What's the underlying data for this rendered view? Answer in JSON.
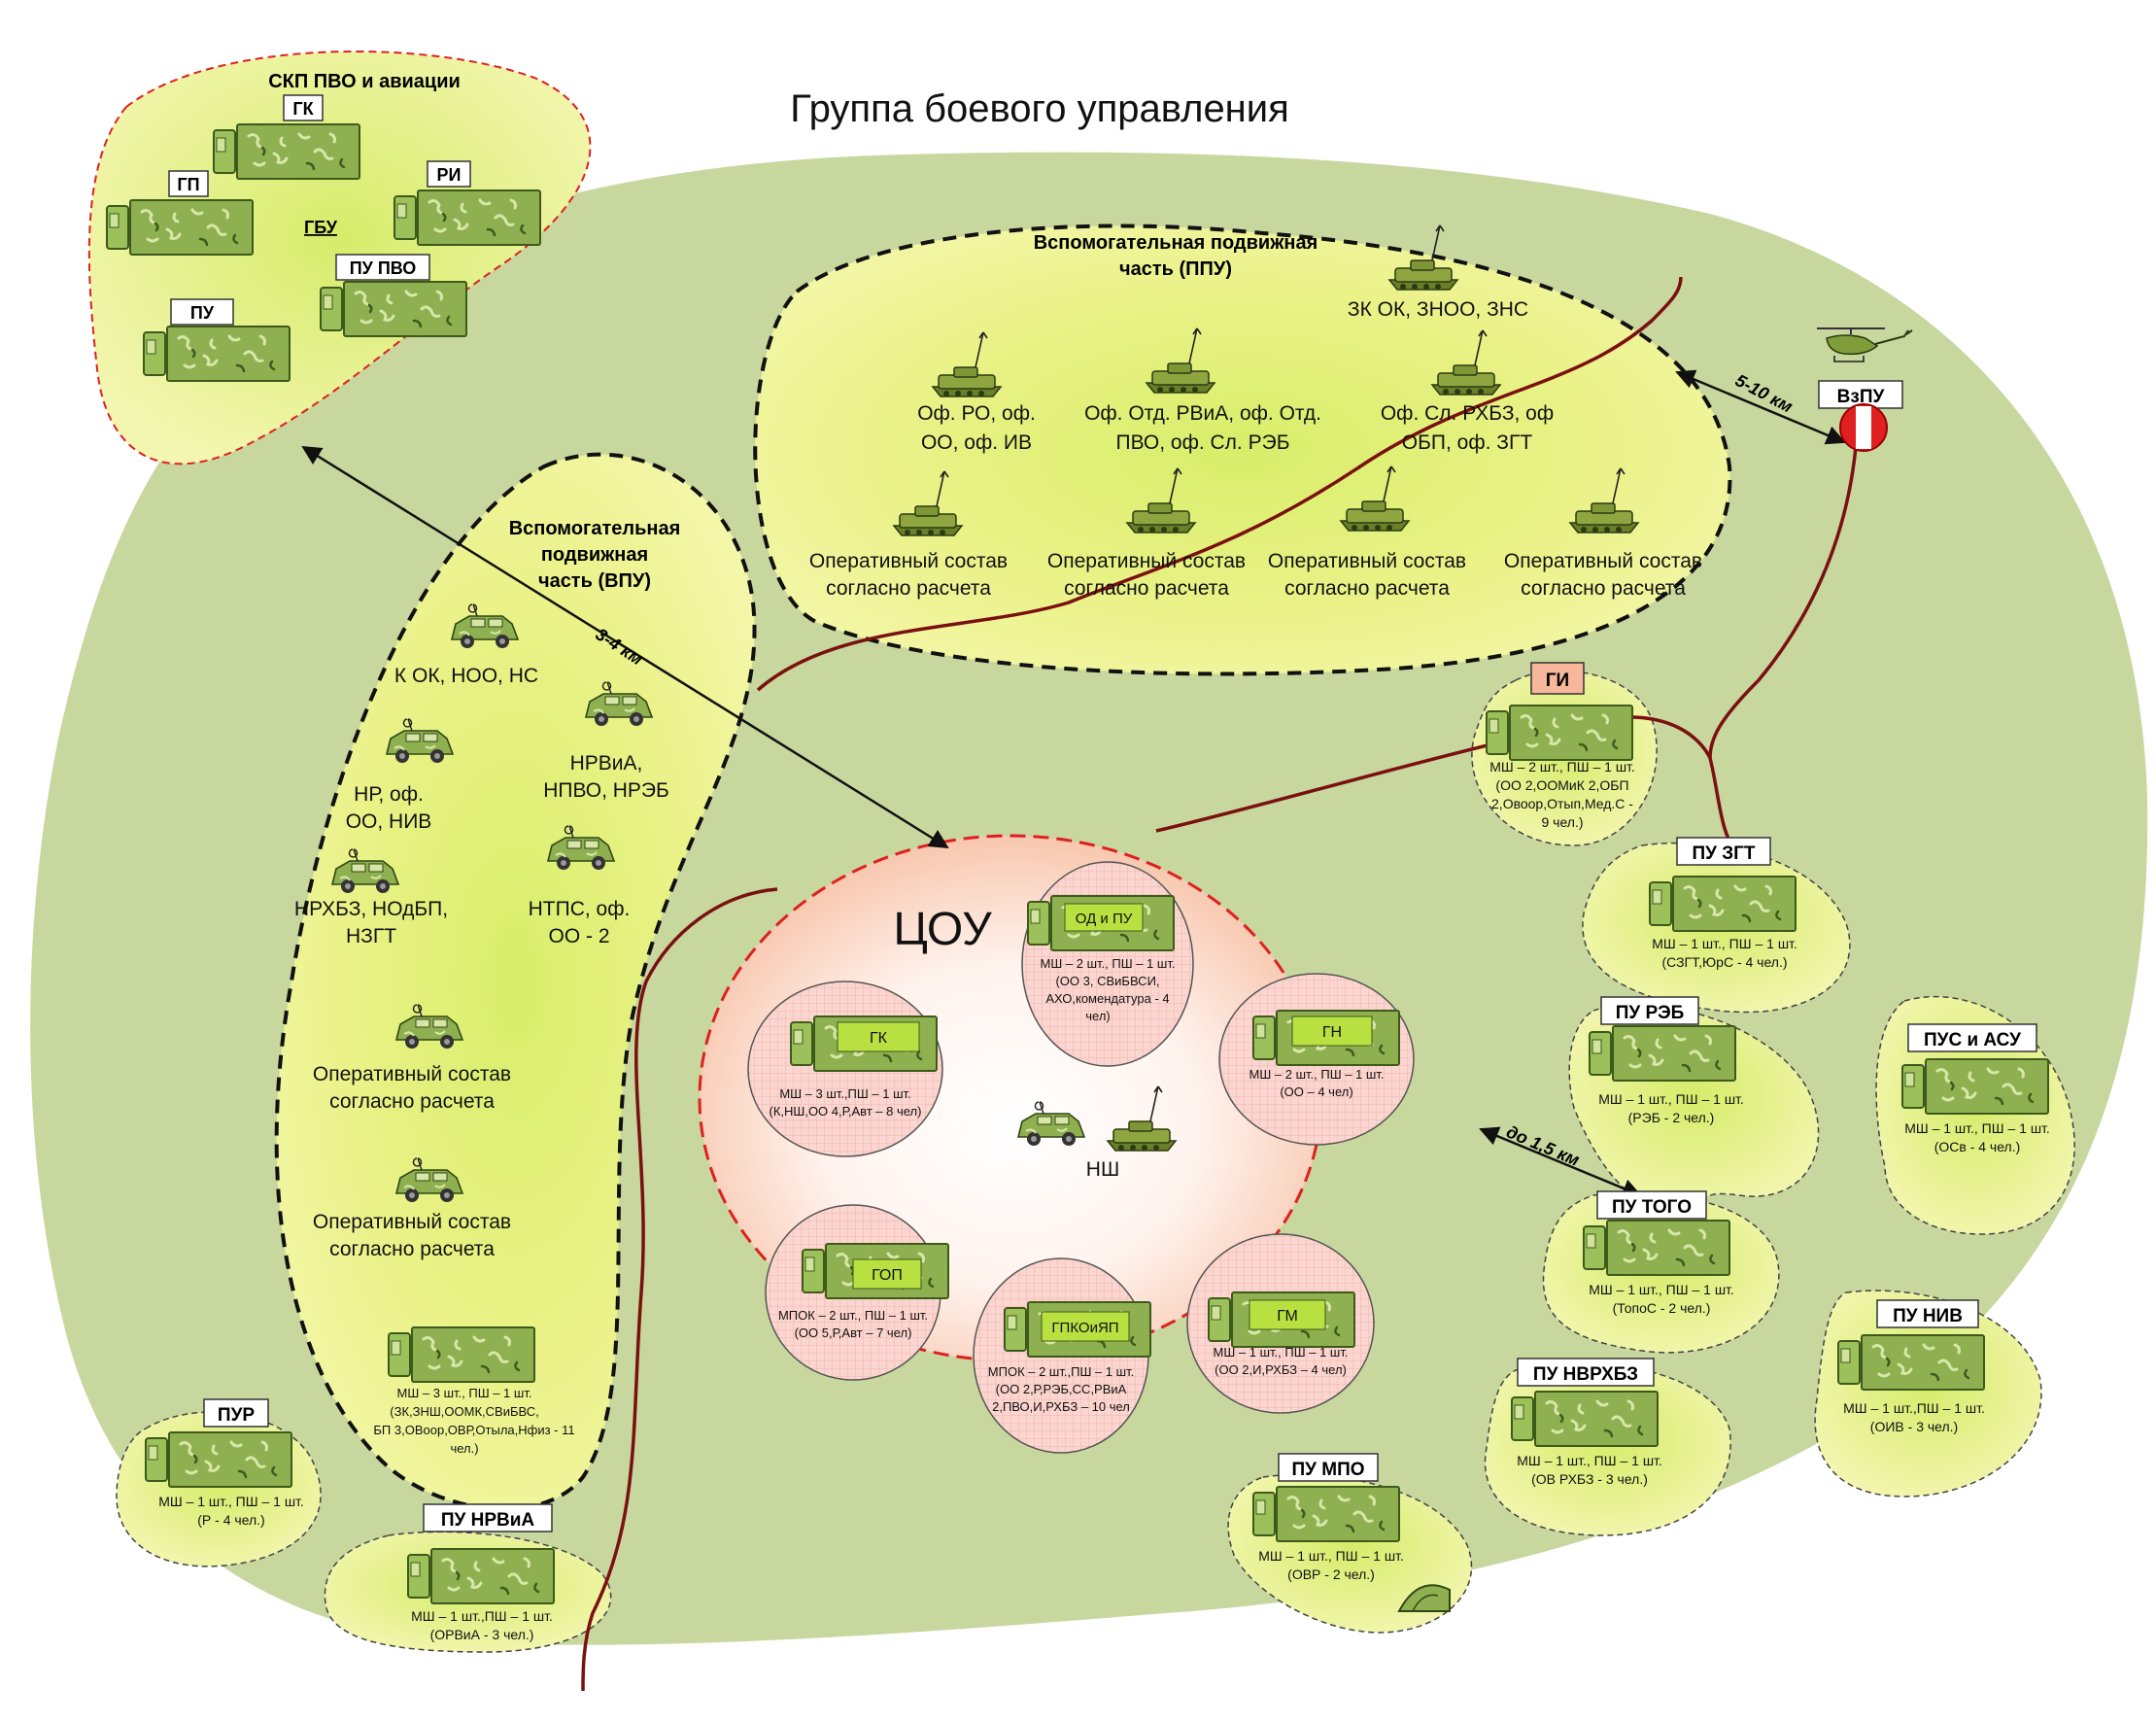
{
  "title": "Группа боевого управления",
  "colors": {
    "base": "#c8d8a0",
    "zone": "#eef08a",
    "zone_glow": "#d6ec6a",
    "cou": "#fbd7c6",
    "road": "#7a1010",
    "vehicle": "#8fb050"
  },
  "skp": {
    "title": "СКП ПВО и авиации",
    "gbu": "ГБУ",
    "labels": {
      "gk": "ГК",
      "gp": "ГП",
      "ri": "РИ",
      "pu_pvo": "ПУ ПВО",
      "pu": "ПУ"
    }
  },
  "ppu": {
    "title_l1": "Вспомогательная подвижная",
    "title_l2": "часть (ППУ)",
    "zk": "ЗК ОК, ЗНОО, ЗНС",
    "g1_l1": "Оф. РО, оф.",
    "g1_l2": "ОО, оф. ИВ",
    "g2_l1": "Оф. Отд. РВиА, оф. Отд.",
    "g2_l2": "ПВО, оф. Сл. РЭБ",
    "g3_l1": "Оф. Сл. РХБЗ, оф",
    "g3_l2": "ОБП, оф. ЗГТ",
    "op_l1": "Оперативный состав",
    "op_l2": "согласно расчета"
  },
  "vpu": {
    "title_l1": "Вспомогательная",
    "title_l2": "подвижная",
    "title_l3": "часть (ВПУ)",
    "k": "К ОК, НОО, НС",
    "nr_l1": "НР, оф.",
    "nr_l2": "ОО, НИВ",
    "nrvia_l1": "НРВиА,",
    "nrvia_l2": "НПВО, НРЭБ",
    "nrhbz_l1": "НРХБЗ, НОдБП,",
    "nrhbz_l2": "НЗГТ",
    "ntps_l1": "НТПС, оф.",
    "ntps_l2": "ОО - 2",
    "op_l1": "Оперативный состав",
    "op_l2": "согласно расчета",
    "ms_l1": "МШ – 3 шт., ПШ – 1 шт.",
    "ms_l2": "(ЗК,ЗНШ,ООМК,СВиБВС,",
    "ms_l3": "БП 3,ОВоор,ОВР,Отыла,Нфиз - 11",
    "ms_l4": "чел.)"
  },
  "distances": {
    "d1": "3-4 км",
    "d2": "5-10 км",
    "d3": "до 1,5 км"
  },
  "vzpu": "ВзПУ",
  "cou": {
    "title": "ЦОУ",
    "nsh": "НШ",
    "od": {
      "label": "ОД и ПУ",
      "l1": "МШ – 2 шт., ПШ – 1 шт.",
      "l2": "(ОО 3, СВиБВСИ,",
      "l3": "АХО,комендатура        - 4",
      "l4": "чел)"
    },
    "gk": {
      "label": "ГК",
      "l1": "МШ – 3 шт.,ПШ – 1 шт.",
      "l2": "(К,НШ,ОО 4,Р,Авт – 8 чел)"
    },
    "gn": {
      "label": "ГН",
      "l1": "МШ – 2 шт., ПШ – 1 шт.",
      "l2": "(ОО – 4 чел)"
    },
    "gop": {
      "label": "ГОП",
      "l1": "МПОК – 2 шт., ПШ – 1 шт.",
      "l2": "(ОО 5,Р,Авт – 7 чел)"
    },
    "gpko": {
      "label": "ГПКОиЯП",
      "l1": "МПОК – 2 шт.,ПШ – 1 шт.",
      "l2": "(ОО 2,Р,РЭБ,СС,РВиА",
      "l3": "2,ПВО,И,РХБЗ – 10 чел"
    },
    "gm": {
      "label": "ГМ",
      "l1": "МШ – 1 шт., ПШ – 1 шт.",
      "l2": "(ОО 2,И,РХБЗ – 4 чел)"
    }
  },
  "gi": {
    "label": "ГИ",
    "l1": "МШ – 2 шт., ПШ – 1 шт.",
    "l2": "(ОО 2,ООМиК 2,ОБП",
    "l3": "2,Овоор,Отып,Мед.С -",
    "l4": "9 чел.)"
  },
  "pu_zgt": {
    "label": "ПУ ЗГТ",
    "l1": "МШ – 1 шт., ПШ – 1 шт.",
    "l2": "(СЗГТ,ЮрС - 4 чел.)"
  },
  "pu_reb": {
    "label": "ПУ РЭБ",
    "l1": "МШ – 1 шт., ПШ – 1 шт.",
    "l2": "(РЭБ - 2 чел.)"
  },
  "pus_asu": {
    "label": "ПУС и АСУ",
    "l1": "МШ – 1 шт., ПШ – 1 шт.",
    "l2": "(ОСв - 4 чел.)"
  },
  "pu_togo": {
    "label": "ПУ ТОГО",
    "l1": "МШ – 1 шт., ПШ – 1 шт.",
    "l2": "(ТопоС - 2 чел.)"
  },
  "pu_niv": {
    "label": "ПУ НИВ",
    "l1": "МШ – 1 шт.,ПШ – 1 шт.",
    "l2": "(ОИВ - 3 чел.)"
  },
  "pu_nvrhbz": {
    "label": "ПУ НВРХБЗ",
    "l1": "МШ – 1 шт., ПШ – 1 шт.",
    "l2": "(ОВ РХБЗ - 3 чел.)"
  },
  "pu_mpo": {
    "label": "ПУ МПО",
    "l1": "МШ – 1 шт., ПШ – 1 шт.",
    "l2": "(ОВР - 2 чел.)"
  },
  "pur": {
    "label": "ПУР",
    "l1": "МШ – 1 шт., ПШ – 1 шт.",
    "l2": "(Р - 4 чел.)"
  },
  "pu_nrvia": {
    "label": "ПУ НРВиА",
    "l1": "МШ – 1 шт.,ПШ – 1 шт.",
    "l2": "(ОРВиА - 3 чел.)"
  }
}
